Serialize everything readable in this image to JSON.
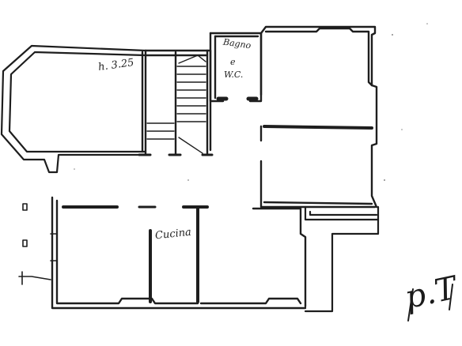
{
  "plan": {
    "height_label": "h. 3.25",
    "bathroom_label": {
      "line1": "Bagno",
      "line2": "e",
      "line3": "W.C."
    },
    "kitchen_label": "Cucina",
    "floor_label": "p.T"
  },
  "colors": {
    "ink": "#1e1e1e",
    "paper": "#ffffff"
  }
}
